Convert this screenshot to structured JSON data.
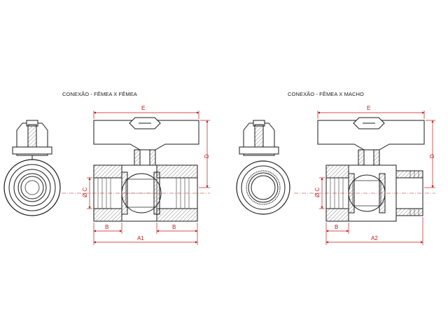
{
  "captions": {
    "left": "CONEXÃO - FÊMEA X FÊMEA",
    "right": "CONEXÃO - FÊMEA X MACHO"
  },
  "dimensions": {
    "left": {
      "e": "E",
      "d": "D",
      "c": "Ø C",
      "b1": "B",
      "b2": "B",
      "a": "A1"
    },
    "right": {
      "e": "E",
      "d": "D",
      "c": "Ø C",
      "b": "B",
      "a": "A2"
    }
  },
  "colors": {
    "outline": "#1a1a1a",
    "dimension": "#c01818",
    "hatch": "#6b6b6b",
    "handle": "#ffffff"
  }
}
